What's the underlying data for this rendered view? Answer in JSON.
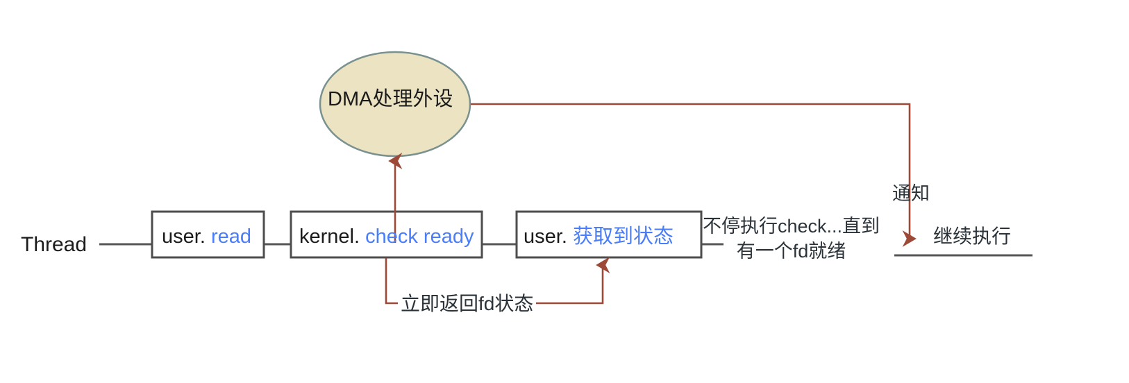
{
  "diagram": {
    "title_entity": "Thread",
    "timeline_label": "Thread",
    "ellipse": {
      "text": "DMA处理外设",
      "fill": "#ece3c3",
      "stroke": "#79918f"
    },
    "boxes": [
      {
        "prefix": "user. ",
        "value": "read",
        "value_color": "#4a7dfa"
      },
      {
        "prefix": "kernel. ",
        "value": "check ready",
        "value_color": "#4a7dfa"
      },
      {
        "prefix": "user. ",
        "value": "获取到状态",
        "value_color": "#4a7dfa"
      }
    ],
    "annotations": {
      "loop_line1": "不停执行check...直到",
      "loop_line2": "有一个fd就绪",
      "notify": "通知",
      "continue": "继续执行",
      "return_fd": "立即返回fd状态"
    },
    "colors": {
      "arrow": "#9c4a37",
      "timeline": "#555555",
      "box_stroke": "#4d4d4d",
      "text": "#2b3339",
      "accent_blue": "#4a7dfa",
      "ellipse_fill": "#ece3c3",
      "ellipse_stroke": "#79918f",
      "background": "#ffffff"
    }
  }
}
